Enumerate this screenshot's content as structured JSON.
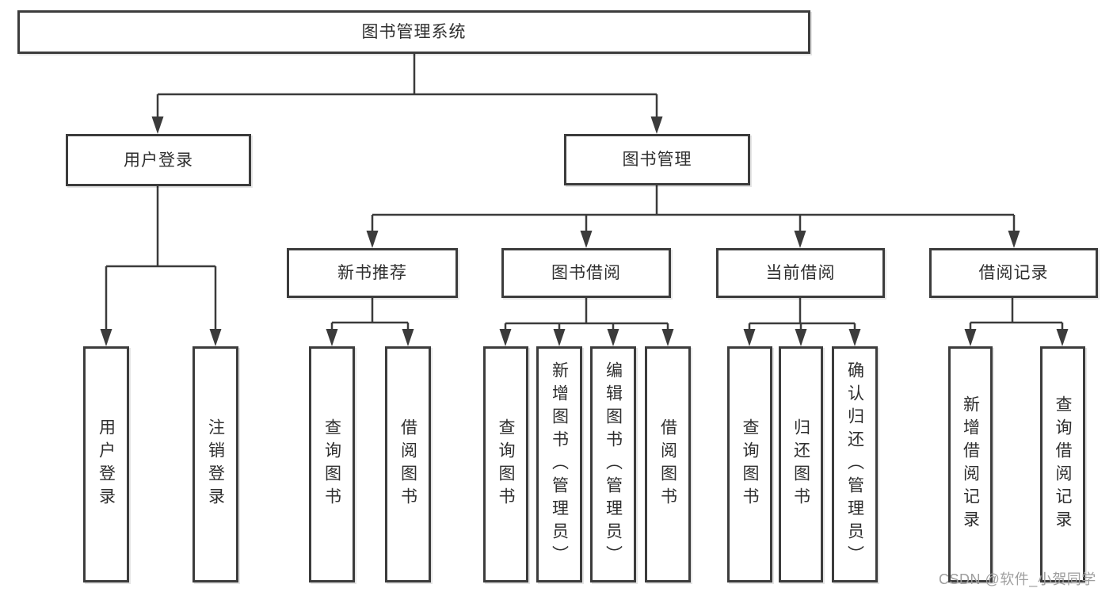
{
  "diagram_title": "图书管理系统",
  "nodes": {
    "root": {
      "label": "图书管理系统"
    },
    "user_login": {
      "label": "用户登录"
    },
    "book_mgmt": {
      "label": "图书管理"
    },
    "new_books": {
      "label": "新书推荐"
    },
    "book_borrow": {
      "label": "图书借阅"
    },
    "current_borrow": {
      "label": "当前借阅"
    },
    "borrow_records": {
      "label": "借阅记录"
    }
  },
  "leaves": [
    {
      "id": "user-login",
      "label": "用户登录"
    },
    {
      "id": "logout",
      "label": "注销登录"
    },
    {
      "id": "query-books-1",
      "label": "查询图书"
    },
    {
      "id": "borrow-books-1",
      "label": "借阅图书"
    },
    {
      "id": "query-books-2",
      "label": "查询图书"
    },
    {
      "id": "add-books-admin",
      "label": "新增图书（管理员）"
    },
    {
      "id": "edit-books-admin",
      "label": "编辑图书（管理员）"
    },
    {
      "id": "borrow-books-2",
      "label": "借阅图书"
    },
    {
      "id": "query-books-3",
      "label": "查询图书"
    },
    {
      "id": "return-books",
      "label": "归还图书"
    },
    {
      "id": "confirm-return-admin",
      "label": "确认归还（管理员）"
    },
    {
      "id": "add-borrow-record",
      "label": "新增借阅记录"
    },
    {
      "id": "query-borrow-record",
      "label": "查询借阅记录"
    }
  ],
  "watermark": "CSDN @软件_小贺同学",
  "colors": {
    "line": "#3b3b3b",
    "border": "#3c3c3c",
    "text": "#2f2f2f",
    "watermark": "#9e9e9e",
    "background": "#ffffff"
  }
}
